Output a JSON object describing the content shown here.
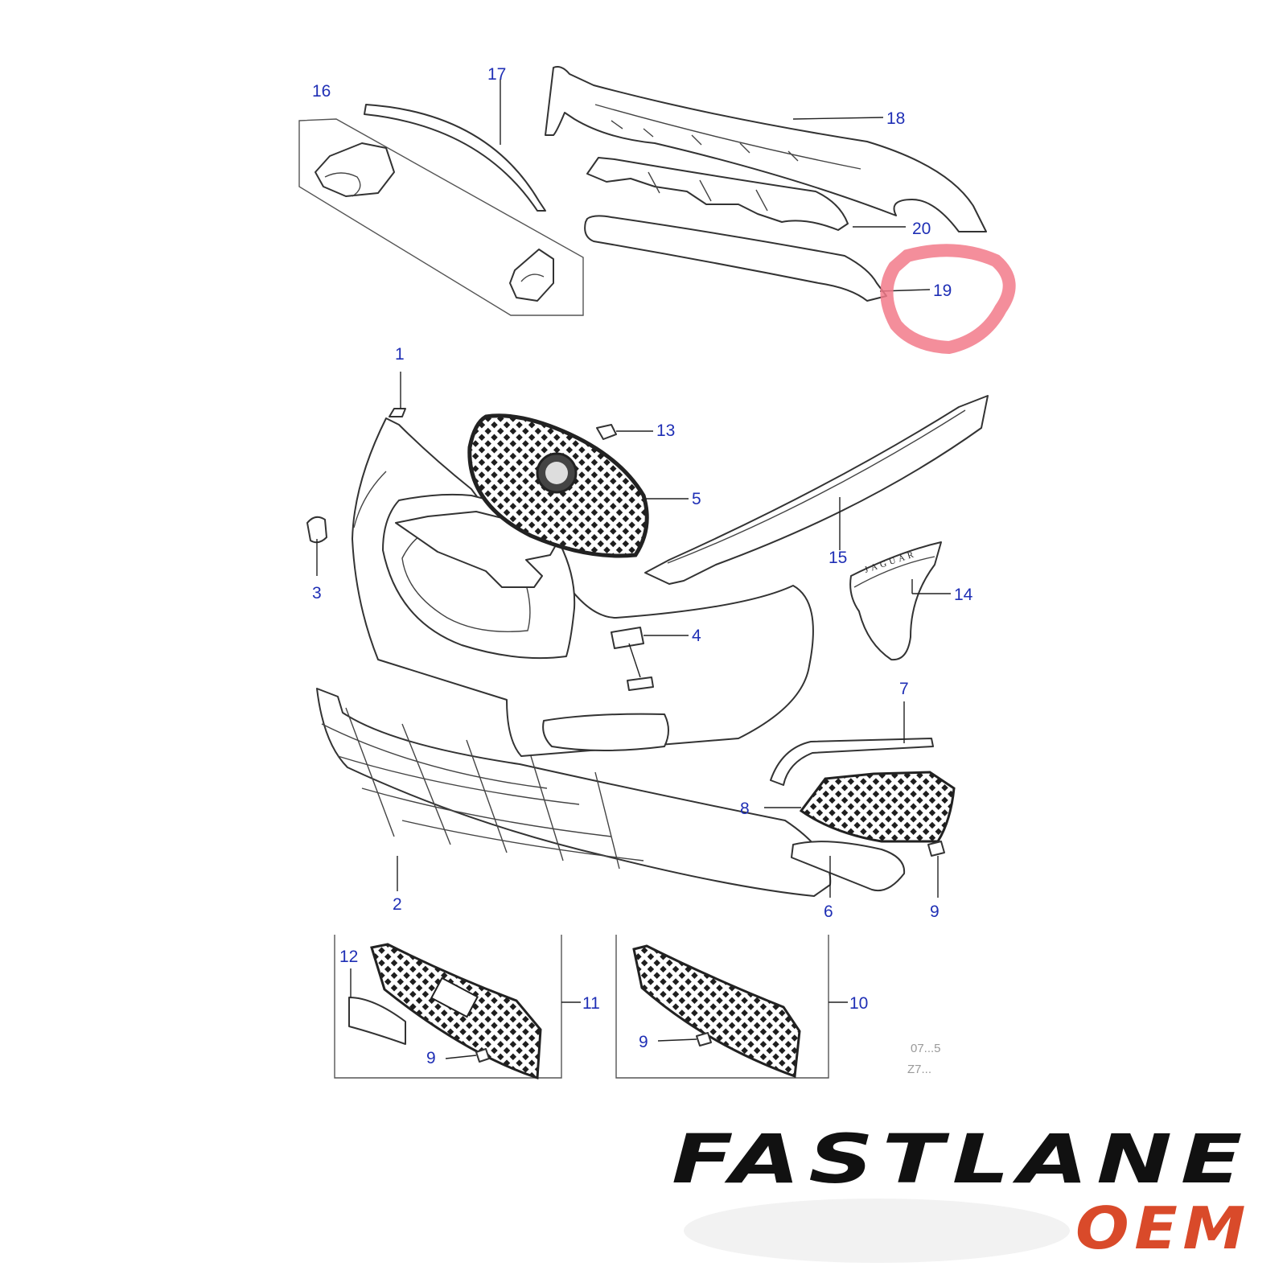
{
  "callouts": {
    "c1": "1",
    "c2": "2",
    "c3": "3",
    "c4": "4",
    "c5": "5",
    "c6": "6",
    "c7": "7",
    "c8": "8",
    "c9a": "9",
    "c9b": "9",
    "c9c": "9",
    "c10": "10",
    "c11": "11",
    "c12": "12",
    "c13": "13",
    "c14": "14",
    "c15": "15",
    "c16": "16",
    "c17": "17",
    "c18": "18",
    "c19": "19",
    "c20": "20"
  },
  "badge_text": "JAGUAR",
  "drawing_ref": "07...5",
  "drawing_ref_2": "Z7...",
  "logo": {
    "line1": "FASTLANE",
    "line2": "OEM"
  },
  "colors": {
    "callout": "#1f2fb5",
    "highlight": "#f27a8a",
    "logo_dark": "#111111",
    "logo_accent": "#d94a2a"
  }
}
